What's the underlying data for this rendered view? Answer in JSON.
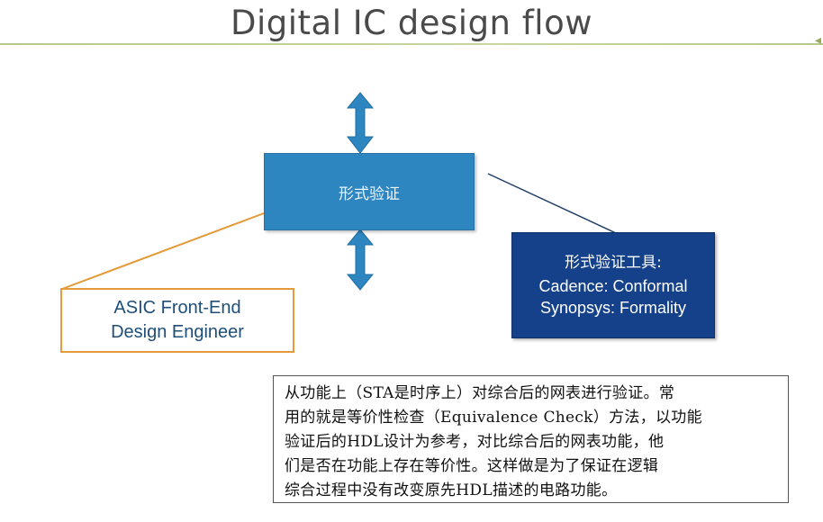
{
  "title": "Digital IC design flow",
  "main_box": {
    "label": "形式验证"
  },
  "asic_box": {
    "line1": "ASIC Front-End",
    "line2": "Design Engineer"
  },
  "tools_box": {
    "heading": "形式验证工具:",
    "line1": "Cadence: Conformal",
    "line2": "Synopsys: Formality"
  },
  "note": {
    "lines": [
      "从功能上（STA是时序上）对综合后的网表进行验证。常",
      "用的就是等价性检查（Equivalence Check）方法，以功能",
      "验证后的HDL设计为参考，对比综合后的网表功能，他",
      "们是否在功能上存在等价性。这样做是为了保证在逻辑",
      "综合过程中没有改变原先HDL描述的电路功能。"
    ]
  },
  "colors": {
    "main_box": "#2e86c1",
    "tools_box": "#15418a",
    "asic_border": "#e39b3c",
    "arrow": "#2e86c1",
    "title_rule": "#c2d194"
  }
}
